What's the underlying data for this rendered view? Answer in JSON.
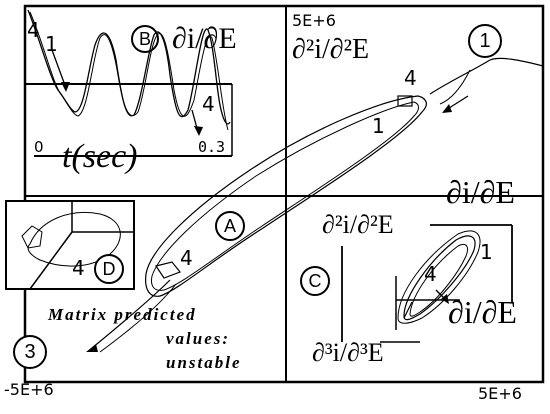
{
  "labels": {
    "panel_B": "B",
    "panel_A": "A",
    "panel_C": "C",
    "panel_D": "D",
    "region_1": "1",
    "region_3": "3",
    "b_marker_4": "4",
    "b_marker_1": "1",
    "b_marker_4b": "4",
    "b_derivative": "∂i/∂E",
    "b_time_zero": "0",
    "b_time_axis": "t(sec)",
    "b_time_end": "0.3",
    "top_scale": "5E+6",
    "second_derivative_top": "∂²i/∂²E",
    "main_marker_4": "4",
    "main_marker_1": "1",
    "first_derivative_axis": "∂i/∂E",
    "a_marker_4": "4",
    "d_marker_4": "4",
    "c_second_derivative": "∂²i/∂²E",
    "c_marker_1": "1",
    "c_marker_4": "4",
    "c_first_derivative": "∂i/∂E",
    "c_third_derivative": "∂³i/∂³E",
    "note_line1": "Matrix predicted",
    "note_line2": "values:",
    "note_line3": "unstable",
    "bottom_left_scale": "-5E+6",
    "bottom_right_scale": "5E+6"
  }
}
